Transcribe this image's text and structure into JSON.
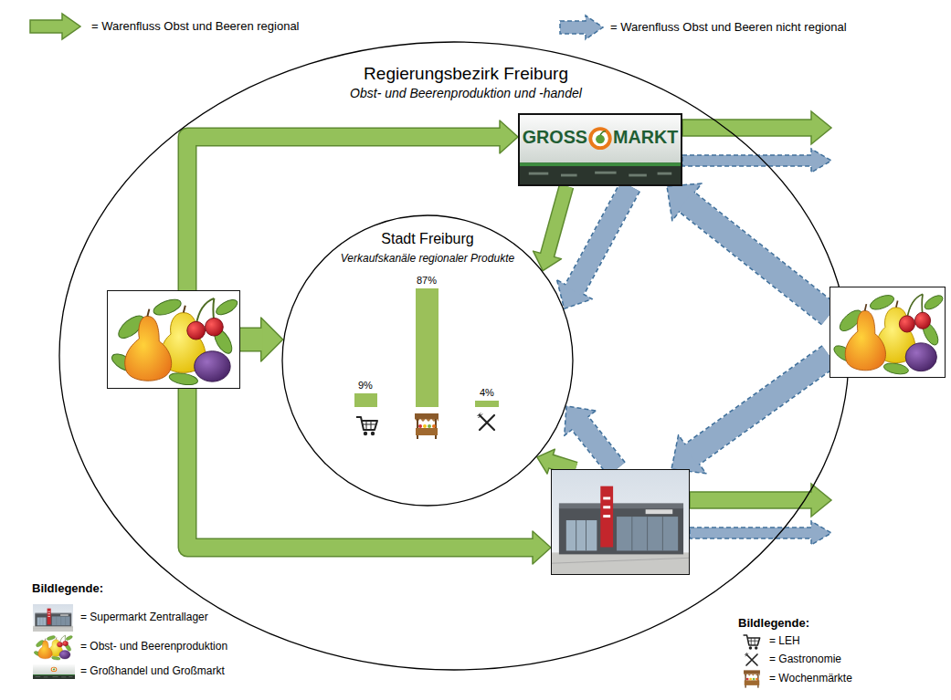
{
  "diagram": {
    "nodes": [
      {
        "text": [
          "Regierungsbezirk Freiburg",
          "Obst- und Beerenproduktion und -handel"
        ]
      },
      {
        "text": [
          "GROSS",
          "MARKT"
        ],
        "in": 0
      },
      {
        "text": [],
        "in": 0
      },
      {
        "text": [
          "Stadt Freiburg",
          "Verkaufskanäle regionaler Produkte"
        ],
        "in": 0
      },
      {
        "text": []
      },
      {
        "text": [],
        "in": 0
      }
    ],
    "edges": [
      {
        "from": 2,
        "to": 1,
        "arrow": "to"
      },
      {
        "from": 2,
        "to": 3,
        "arrow": "to"
      },
      {
        "from": 2,
        "to": 5,
        "arrow": "to"
      },
      {
        "from": 1,
        "to": 3,
        "arrow": "to"
      },
      {
        "from": 1,
        "to": 3,
        "arrow": "to"
      },
      {
        "from": 4,
        "to": 1,
        "arrow": "to"
      },
      {
        "from": 4,
        "to": 5,
        "arrow": "to"
      },
      {
        "from": 5,
        "to": 3,
        "arrow": "to"
      },
      {
        "from": 5,
        "to": 3,
        "arrow": "to"
      }
    ],
    "labels": [
      "9%",
      "87%",
      "4%",
      "Bildlegende:",
      "Bildlegende:"
    ],
    "legend": [
      {
        "text": "= Warenfluss Obst und Beeren regional"
      },
      {
        "text": "= Warenfluss Obst und Beeren nicht regional"
      },
      {
        "text": "= Supermarkt Zentrallager"
      },
      {
        "text": "= Obst- und Beerenproduktion"
      },
      {
        "text": "= Großhandel und Großmarkt"
      },
      {
        "text": "= LEH"
      },
      {
        "text": "= Gastronomie"
      },
      {
        "text": "= Wochenmärkte"
      }
    ]
  }
}
